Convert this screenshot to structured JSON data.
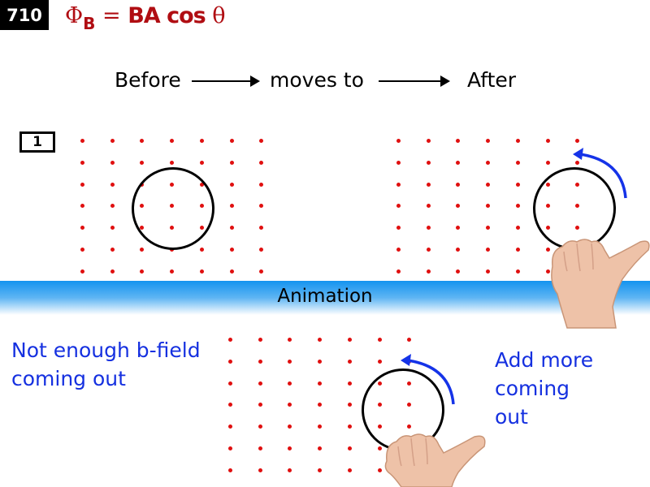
{
  "slide": {
    "number": "710",
    "formula": {
      "phi": "Φ",
      "subscript": "B",
      "equals": " = ",
      "rhs": "BA cos",
      "theta": " θ",
      "color": "#b00d12"
    }
  },
  "sequence": {
    "before": "Before",
    "middle": "moves to",
    "after": "After"
  },
  "step_label": "1",
  "banner": {
    "label": "Animation",
    "gradient_top": "#1493ef"
  },
  "notes": {
    "left_line1": "Not enough b-field",
    "left_line2": "coming out",
    "right_line1": "Add more",
    "right_line2": "coming",
    "right_line3": "out",
    "color": "#1530e0"
  },
  "field": {
    "dot_color": "#e01010",
    "rows": 7,
    "cols": 7,
    "direction": "out of page"
  },
  "icons": [
    "right-hand-thumb-icon",
    "curved-arrow-counterclockwise-icon",
    "wire-loop-icon"
  ]
}
